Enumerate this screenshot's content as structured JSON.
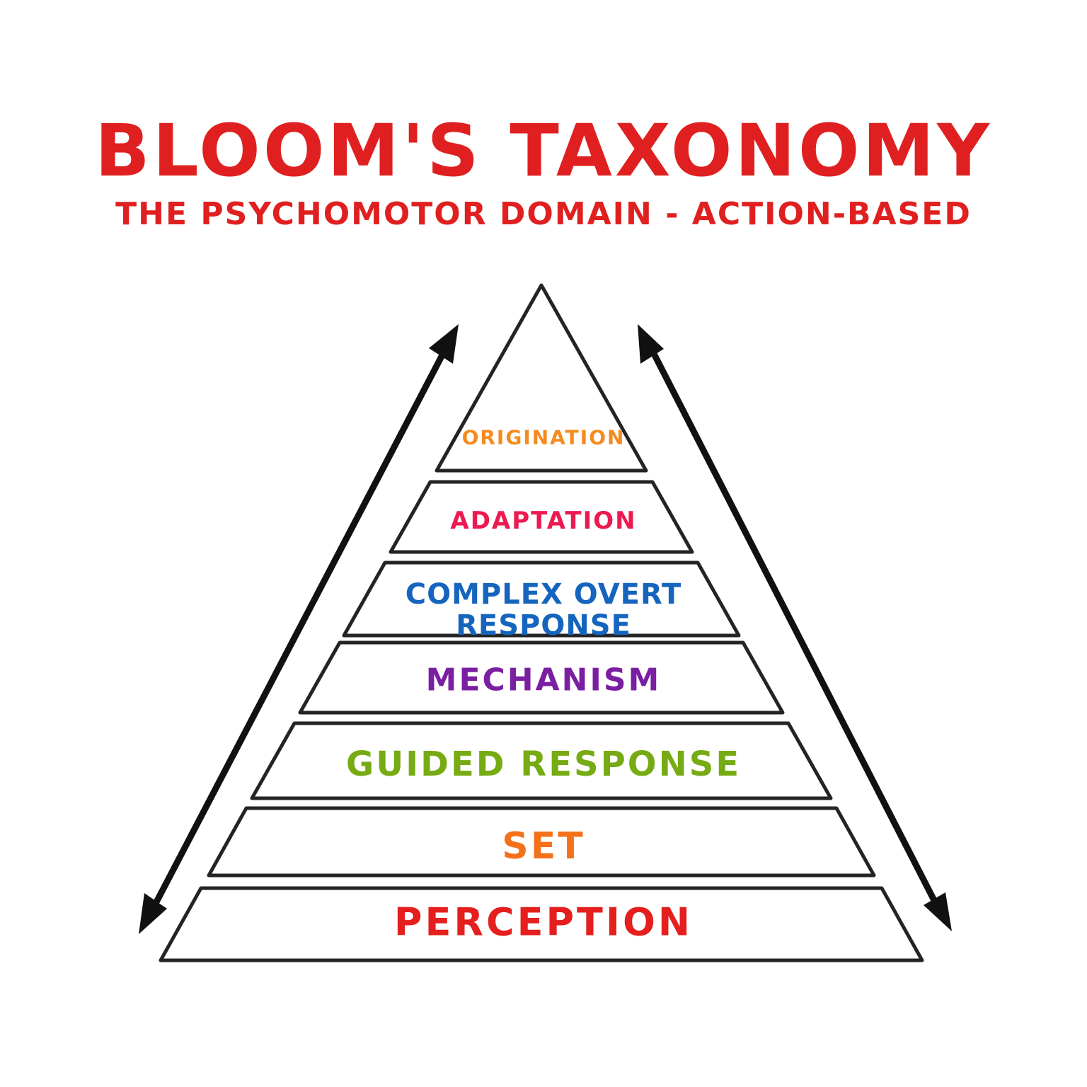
{
  "header": {
    "title": "BLOOM'S TAXONOMY",
    "subtitle": "THE PSYCHOMOTOR DOMAIN - ACTION-BASED",
    "color": "#E02020"
  },
  "pyramid": {
    "outline_color": "#242424",
    "fill_color": "#FFFFFF",
    "levels": [
      {
        "rank": 7,
        "label": "ORIGINATION",
        "color": "#F58B1F"
      },
      {
        "rank": 6,
        "label": "ADAPTATION",
        "color": "#EC1A51"
      },
      {
        "rank": 5,
        "label": "COMPLEX OVERT RESPONSE",
        "color": "#1565BE"
      },
      {
        "rank": 4,
        "label": "MECHANISM",
        "color": "#7B1FA2"
      },
      {
        "rank": 3,
        "label": "GUIDED RESPONSE",
        "color": "#76AB13"
      },
      {
        "rank": 2,
        "label": "SET",
        "color": "#F4711A"
      },
      {
        "rank": 1,
        "label": "PERCEPTION",
        "color": "#E51E1E"
      }
    ]
  },
  "arrows": {
    "color": "#111111"
  }
}
